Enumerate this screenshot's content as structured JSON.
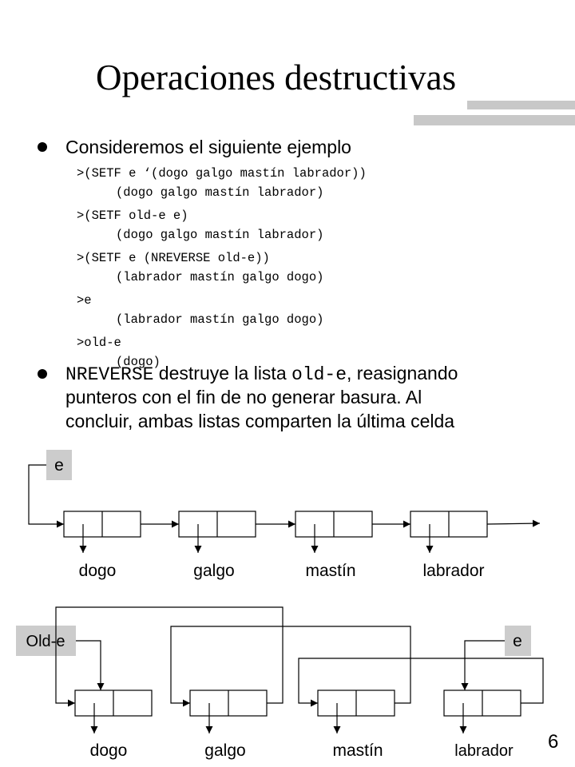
{
  "title": "Operaciones destructivas",
  "bullets": {
    "intro": "Consideremos el siguiente ejemplo",
    "desc_code1": "NREVERSE",
    "desc_mid1": " destruye la lista ",
    "desc_code2": "old-e",
    "desc_mid2": ", reasignando",
    "desc_line2": "punteros con el fin de no generar basura. Al",
    "desc_line3": "concluir, ambas listas comparten la última celda"
  },
  "code": [
    {
      "cmd": ">(SETF e ‘(dogo galgo mastín labrador))",
      "res": "(dogo galgo mastín labrador)"
    },
    {
      "cmd": ">(SETF old-e e)",
      "res": "(dogo galgo mastín labrador)"
    },
    {
      "cmd": ">(SETF e (NREVERSE old-e))",
      "res": "(labrador mastín galgo dogo)"
    },
    {
      "cmd": ">e",
      "res": "(labrador mastín galgo dogo)"
    },
    {
      "cmd": ">old-e",
      "res": "(dogo)"
    }
  ],
  "diagram1": {
    "var_label": "e",
    "items": [
      "dogo",
      "galgo",
      "mastín",
      "labrador"
    ]
  },
  "diagram2": {
    "var_old_label": "Old-e",
    "var_e_label": "e",
    "items": [
      "dogo",
      "galgo",
      "mastín",
      "labrador"
    ]
  },
  "page_number": "6",
  "colors": {
    "label_box": "#cccccc",
    "bars": "#c8c8c8"
  }
}
